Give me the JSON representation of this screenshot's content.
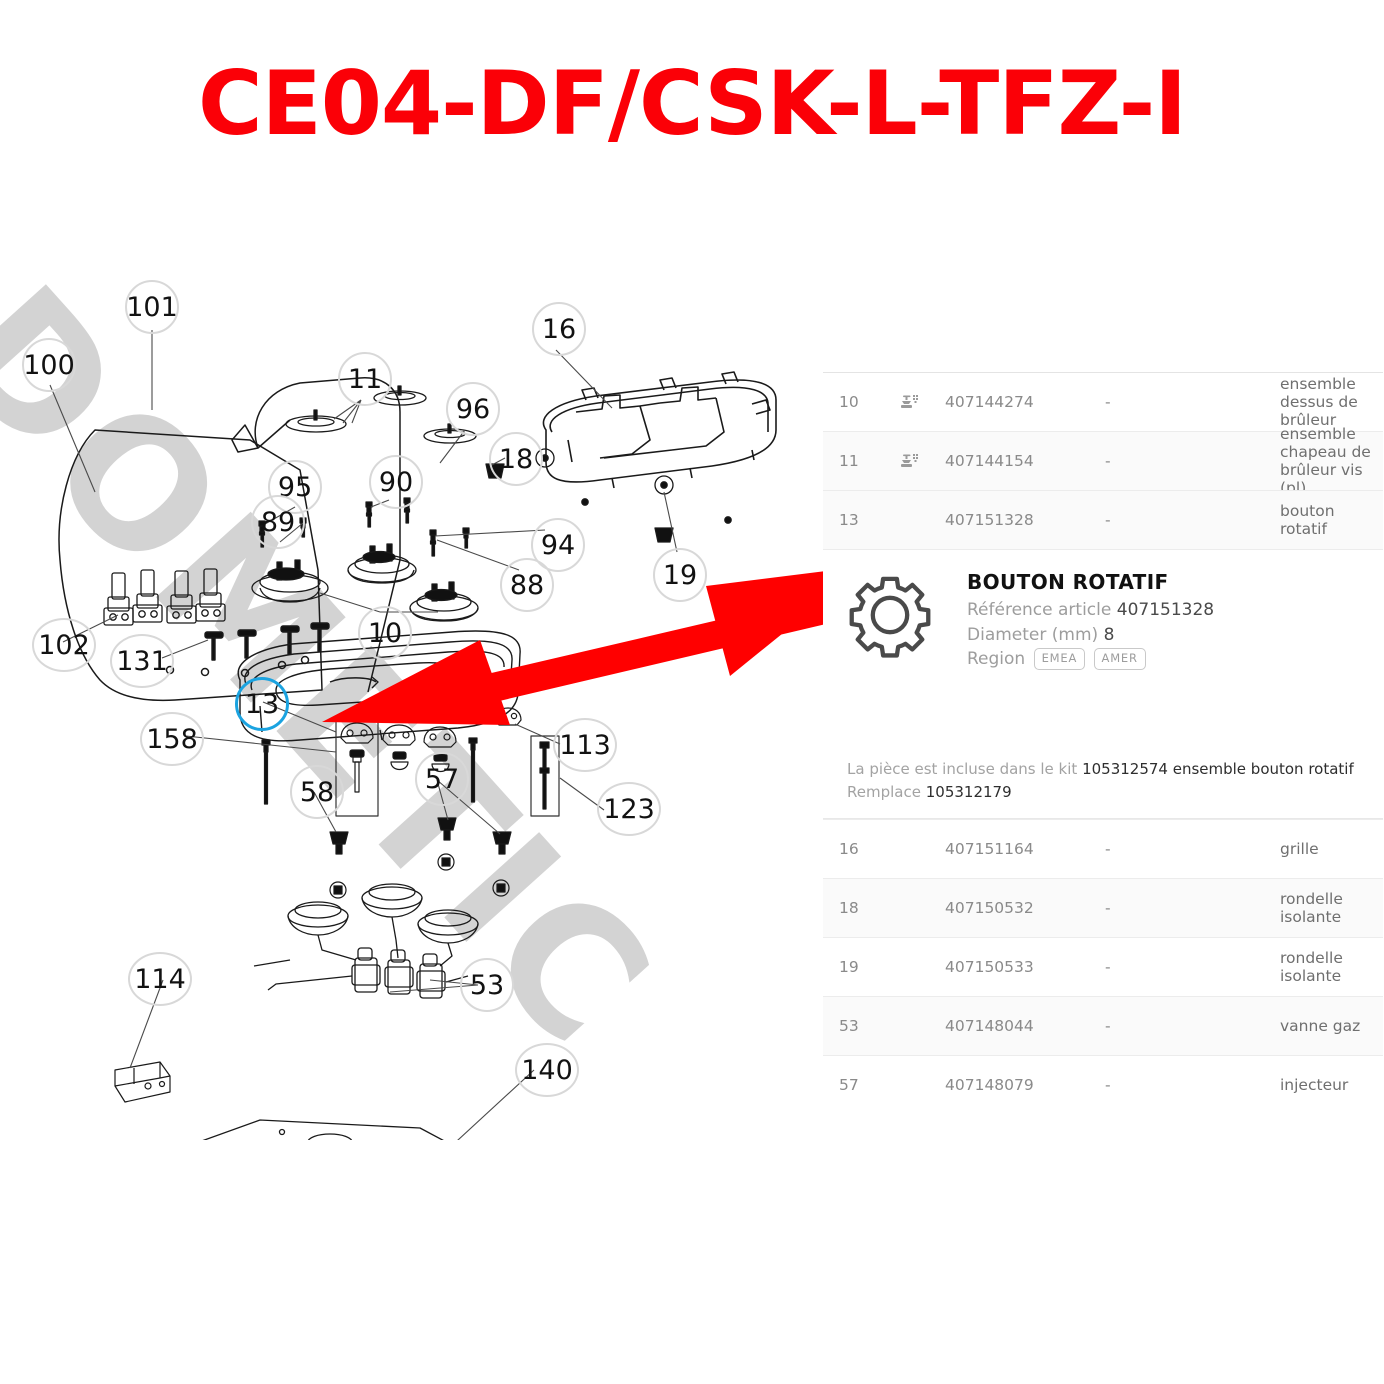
{
  "page": {
    "title": "CE04-DF/CSK-L-TFZ-I",
    "title_color": "#fb0007",
    "watermark": "DOMETIC",
    "accent_color": "#1ba3e0",
    "arrow_color": "#ff0000"
  },
  "diagram": {
    "callouts": [
      {
        "id": "100",
        "label": "100"
      },
      {
        "id": "101",
        "label": "101"
      },
      {
        "id": "11",
        "label": "11"
      },
      {
        "id": "16",
        "label": "16"
      },
      {
        "id": "96",
        "label": "96"
      },
      {
        "id": "18",
        "label": "18"
      },
      {
        "id": "95",
        "label": "95"
      },
      {
        "id": "90",
        "label": "90"
      },
      {
        "id": "89",
        "label": "89"
      },
      {
        "id": "94",
        "label": "94"
      },
      {
        "id": "88",
        "label": "88"
      },
      {
        "id": "19",
        "label": "19"
      },
      {
        "id": "10",
        "label": "10"
      },
      {
        "id": "102",
        "label": "102"
      },
      {
        "id": "131",
        "label": "131"
      },
      {
        "id": "13",
        "label": "13"
      },
      {
        "id": "158",
        "label": "158"
      },
      {
        "id": "113",
        "label": "113"
      },
      {
        "id": "57",
        "label": "57"
      },
      {
        "id": "58",
        "label": "58"
      },
      {
        "id": "123",
        "label": "123"
      },
      {
        "id": "53",
        "label": "53"
      },
      {
        "id": "114",
        "label": "114"
      },
      {
        "id": "140",
        "label": "140"
      }
    ],
    "selected_callout": "13"
  },
  "table": {
    "rows": [
      {
        "pos": "10",
        "icon": "burner-icon",
        "ref": "407144274",
        "dash": "-",
        "desc": "ensemble dessus de brûleur"
      },
      {
        "pos": "11",
        "icon": "burner-icon",
        "ref": "407144154",
        "dash": "-",
        "desc": "ensemble chapeau de brûleur vis (pl)"
      },
      {
        "pos": "13",
        "icon": "",
        "ref": "407151328",
        "dash": "-",
        "desc": "bouton rotatif"
      },
      {
        "pos": "16",
        "icon": "",
        "ref": "407151164",
        "dash": "-",
        "desc": "grille"
      },
      {
        "pos": "18",
        "icon": "",
        "ref": "407150532",
        "dash": "-",
        "desc": "rondelle isolante"
      },
      {
        "pos": "19",
        "icon": "",
        "ref": "407150533",
        "dash": "-",
        "desc": "rondelle isolante"
      },
      {
        "pos": "53",
        "icon": "",
        "ref": "407148044",
        "dash": "-",
        "desc": "vanne gaz"
      },
      {
        "pos": "57",
        "icon": "",
        "ref": "407148079",
        "dash": "-",
        "desc": "injecteur"
      }
    ]
  },
  "detail": {
    "icon": "gear-icon",
    "title": "BOUTON ROTATIF",
    "ref_label": "Référence article",
    "ref_value": "407151328",
    "diameter_label": "Diameter (mm)",
    "diameter_value": "8",
    "region_label": "Region",
    "regions": [
      "EMEA",
      "AMER"
    ],
    "kit_label": "La pièce est incluse dans le kit",
    "kit_value": "105312574 ensemble bouton rotatif",
    "replaces_label": "Remplace",
    "replaces_value": "105312179"
  }
}
